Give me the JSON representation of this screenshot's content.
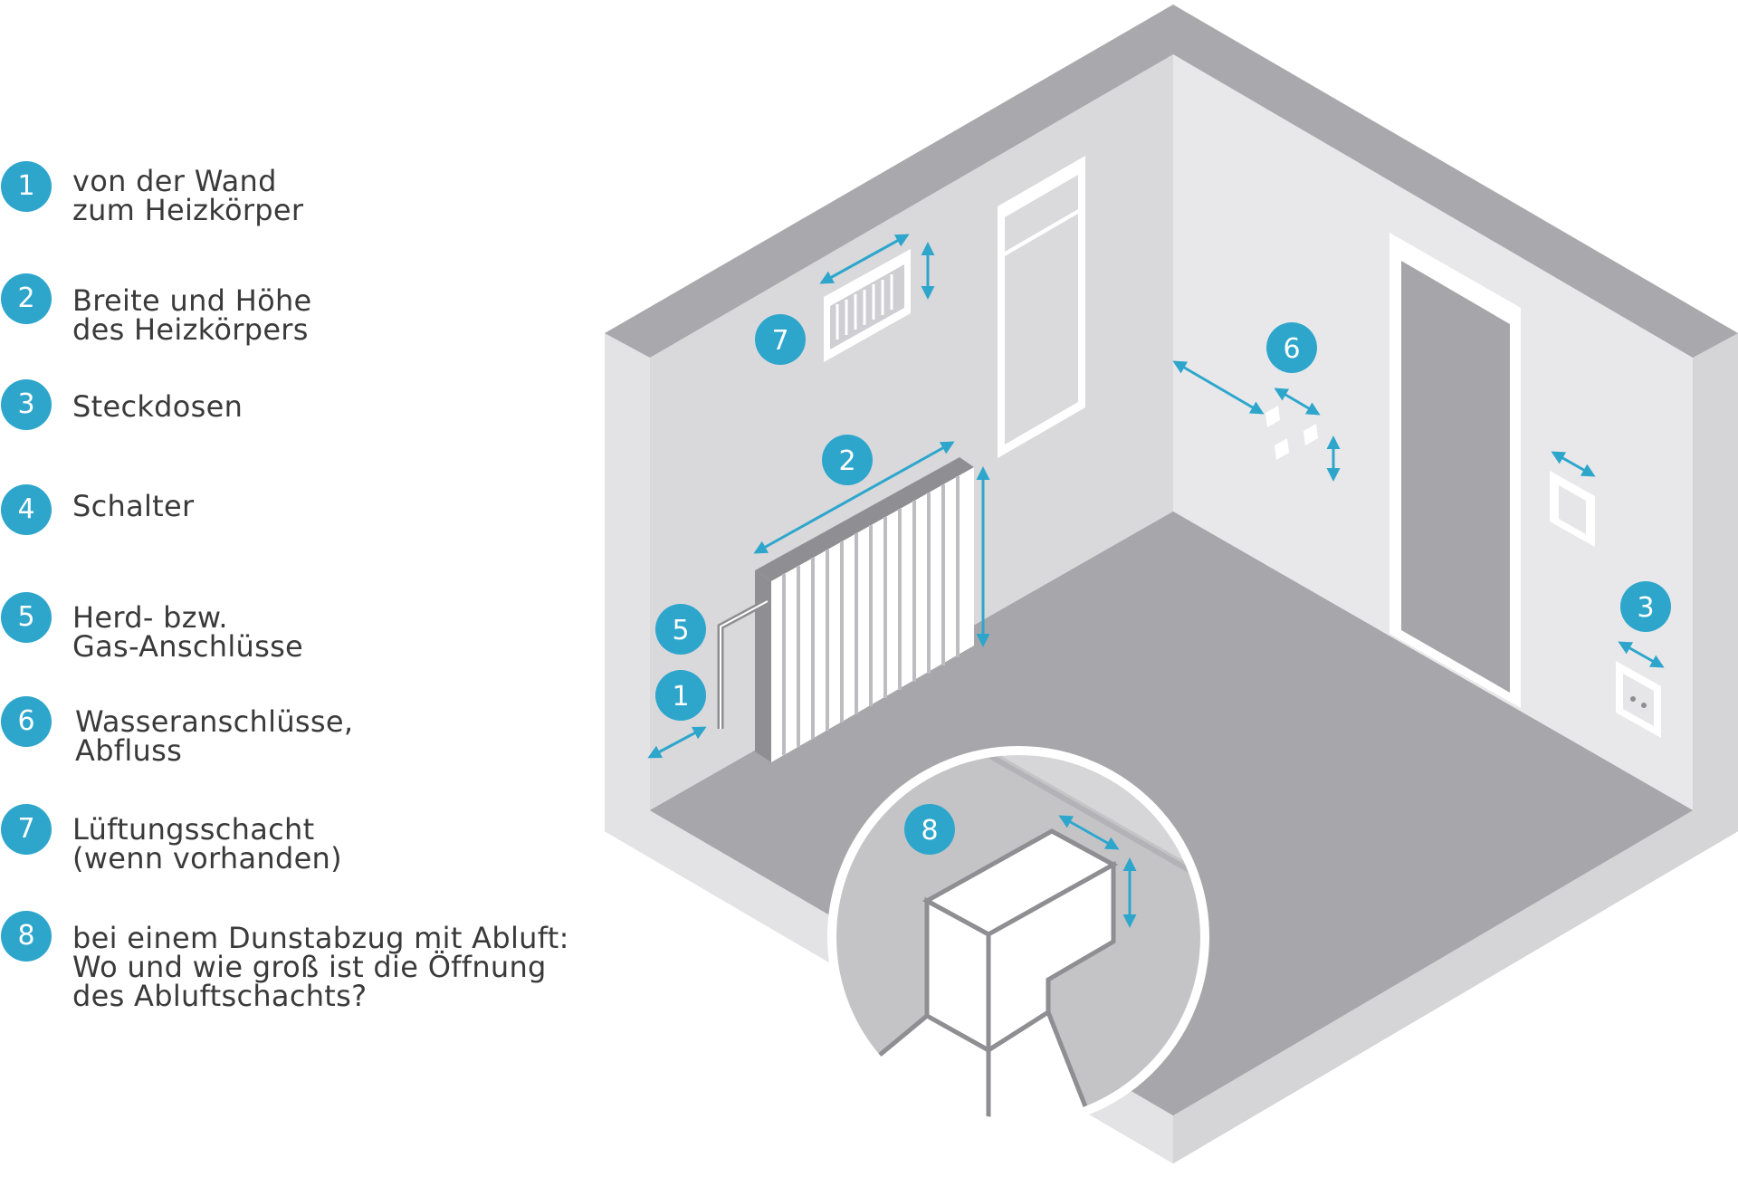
{
  "colors": {
    "accent": "#2ea6cc",
    "text": "#3a3a3a",
    "wall_outer": "#a9a9ad",
    "wall_left": "#d9d9dc",
    "wall_right": "#e8e8ea",
    "floor": "#a7a7ab",
    "white": "#ffffff"
  },
  "legend": [
    {
      "number": "1",
      "lines": [
        "von der Wand",
        "zum Heizkörper"
      ]
    },
    {
      "number": "2",
      "lines": [
        "Breite und Höhe",
        "des Heizkörpers"
      ]
    },
    {
      "number": "3",
      "lines": [
        "Steckdosen"
      ]
    },
    {
      "number": "4",
      "lines": [
        "Schalter"
      ]
    },
    {
      "number": "5",
      "lines": [
        "Herd- bzw.",
        "Gas-Anschlüsse"
      ]
    },
    {
      "number": "6",
      "lines": [
        "Wasseranschlüsse,",
        "Abfluss"
      ]
    },
    {
      "number": "7",
      "lines": [
        "Lüftungsschacht",
        "(wenn vorhanden)"
      ]
    },
    {
      "number": "8",
      "lines": [
        "bei einem Dunstabzug mit Abluft:",
        "Wo und wie groß ist die Öffnung",
        "des Abluftschachts?"
      ]
    }
  ],
  "markers": {
    "m1": "1",
    "m2": "2",
    "m3": "3",
    "m5": "5",
    "m6": "6",
    "m7": "7",
    "m8": "8"
  }
}
